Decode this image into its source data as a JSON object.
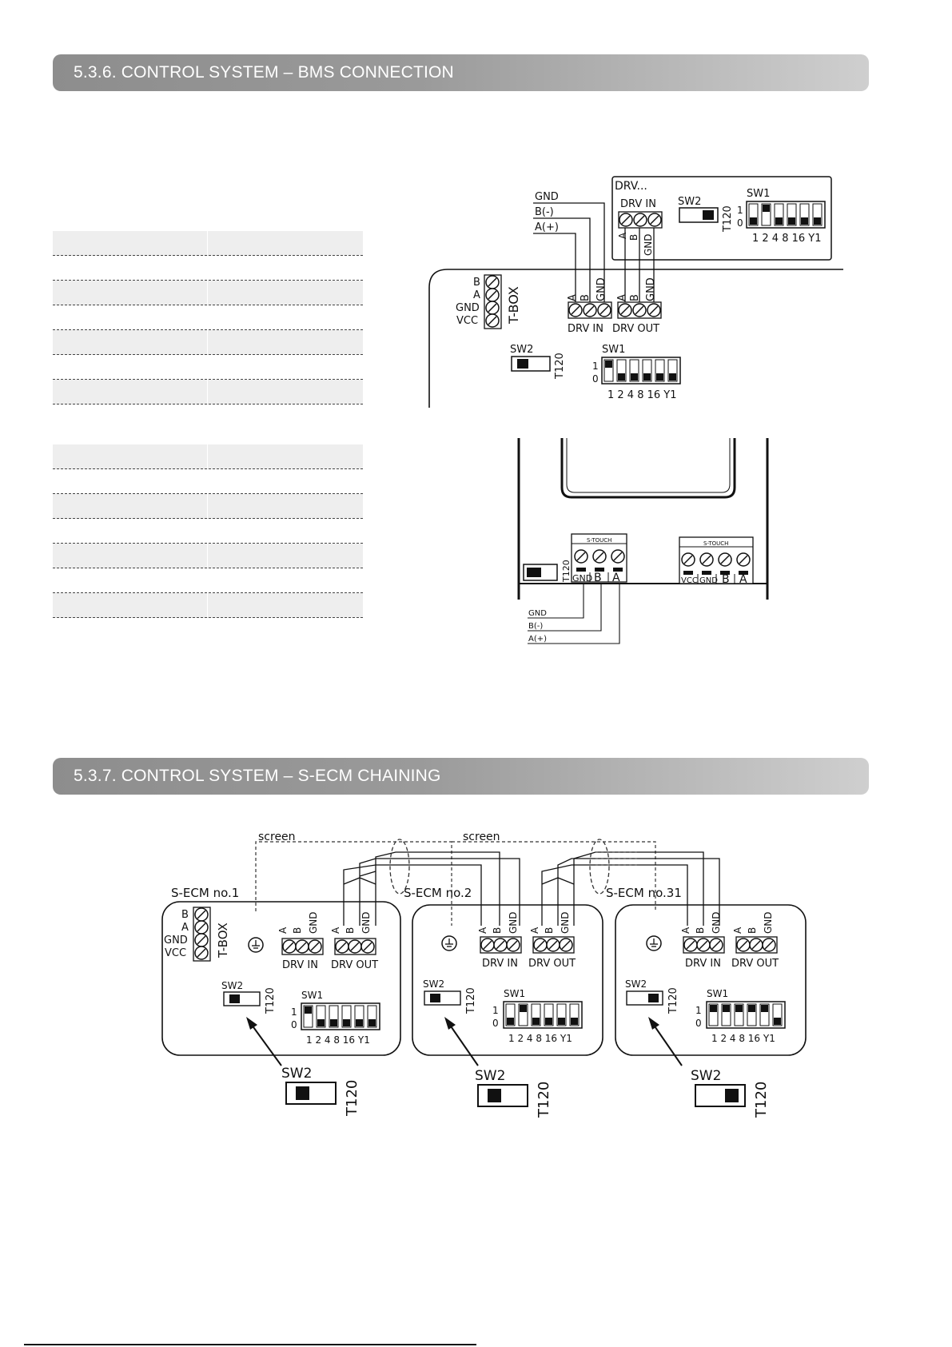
{
  "sections": [
    {
      "title": "5.3.6. CONTROL SYSTEM – BMS CONNECTION"
    },
    {
      "title": "5.3.7. CONTROL SYSTEM – S-ECM CHAINING"
    }
  ],
  "tables": {
    "table1_rows": 7,
    "table2_rows": 7
  },
  "bms": {
    "drv_box_label": "DRV...",
    "wire_gnd": "GND",
    "wire_b": "B(-)",
    "wire_a": "A(+)",
    "drv_in": "DRV IN",
    "drv_out": "DRV OUT",
    "sw1": "SW1",
    "sw2": "SW2",
    "t120": "T120",
    "tbox": "T-BOX",
    "term_b": "B",
    "term_a": "A",
    "term_gnd": "GND",
    "term_vcc": "VCC",
    "col_a": "A",
    "col_b": "B",
    "col_gnd": "GND",
    "one": "1",
    "zero": "0",
    "dip_labels": "1 2 4 8 16 Y1",
    "stouch": "S-TOUCH",
    "stouch_vcc": "VCC",
    "stouch_gnd": "GND",
    "stouch_b": "B",
    "stouch_a": "A"
  },
  "chain": {
    "screen": "screen",
    "ecm1": "S-ECM no.1",
    "ecm2": "S-ECM no.2",
    "ecm31": "S-ECM no.31"
  }
}
